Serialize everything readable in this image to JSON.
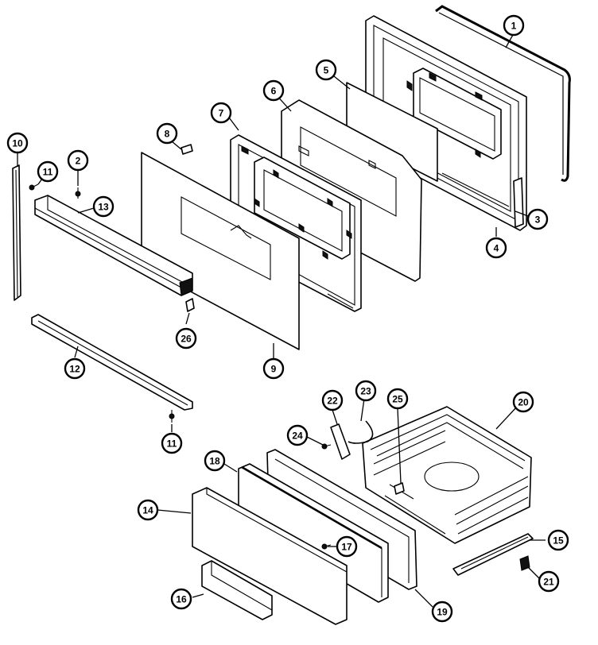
{
  "callouts": [
    {
      "id": "1",
      "label": "1"
    },
    {
      "id": "2",
      "label": "2"
    },
    {
      "id": "3",
      "label": "3"
    },
    {
      "id": "4",
      "label": "4"
    },
    {
      "id": "5",
      "label": "5"
    },
    {
      "id": "6",
      "label": "6"
    },
    {
      "id": "7",
      "label": "7"
    },
    {
      "id": "8",
      "label": "8"
    },
    {
      "id": "9",
      "label": "9"
    },
    {
      "id": "10",
      "label": "10"
    },
    {
      "id": "11a",
      "label": "11"
    },
    {
      "id": "11b",
      "label": "11"
    },
    {
      "id": "12",
      "label": "12"
    },
    {
      "id": "13",
      "label": "13"
    },
    {
      "id": "14",
      "label": "14"
    },
    {
      "id": "15",
      "label": "15"
    },
    {
      "id": "16",
      "label": "16"
    },
    {
      "id": "17",
      "label": "17"
    },
    {
      "id": "18",
      "label": "18"
    },
    {
      "id": "19",
      "label": "19"
    },
    {
      "id": "20",
      "label": "20"
    },
    {
      "id": "21",
      "label": "21"
    },
    {
      "id": "22",
      "label": "22"
    },
    {
      "id": "23",
      "label": "23"
    },
    {
      "id": "24",
      "label": "24"
    },
    {
      "id": "25",
      "label": "25"
    },
    {
      "id": "26",
      "label": "26"
    }
  ]
}
